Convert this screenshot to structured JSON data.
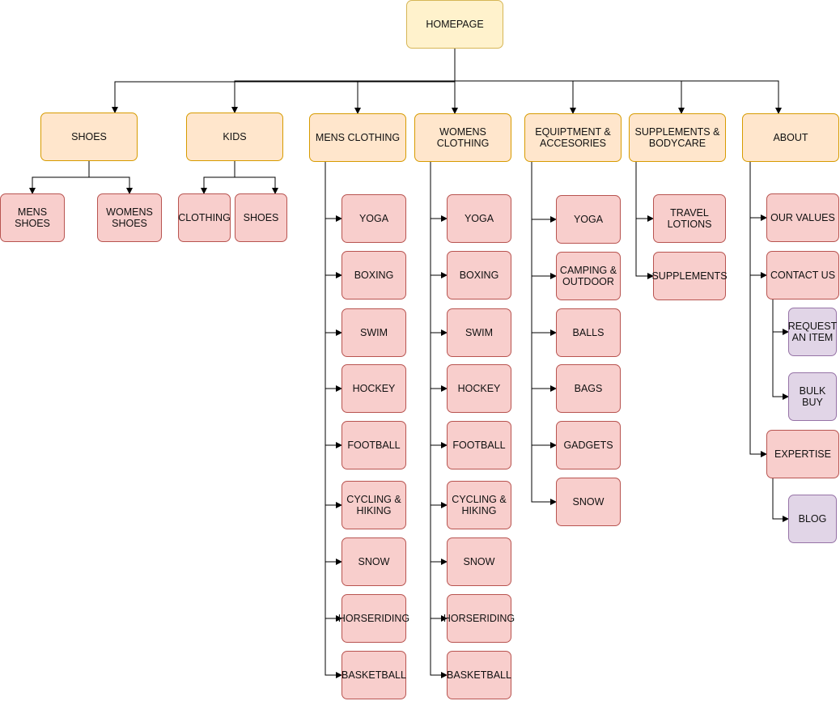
{
  "diagram": {
    "nodes": [
      {
        "id": "homepage",
        "label": "HOMEPAGE",
        "color": "yellow"
      },
      {
        "id": "shoes",
        "label": "SHOES",
        "color": "orange"
      },
      {
        "id": "kids",
        "label": "KIDS",
        "color": "orange"
      },
      {
        "id": "mens-clothing",
        "label": "MENS CLOTHING",
        "color": "orange"
      },
      {
        "id": "womens-clothing",
        "label": "WOMENS\nCLOTHING",
        "color": "orange"
      },
      {
        "id": "equipment",
        "label": "EQUIPTMENT &\nACCESORIES",
        "color": "orange"
      },
      {
        "id": "supplements-bodycare",
        "label": "SUPPLEMENTS &\nBODYCARE",
        "color": "orange"
      },
      {
        "id": "about",
        "label": "ABOUT",
        "color": "orange"
      },
      {
        "id": "mens-shoes",
        "label": "MENS\nSHOES",
        "color": "red"
      },
      {
        "id": "womens-shoes",
        "label": "WOMENS\nSHOES",
        "color": "red"
      },
      {
        "id": "kids-clothing",
        "label": "CLOTHING",
        "color": "red"
      },
      {
        "id": "kids-shoes",
        "label": "SHOES",
        "color": "red"
      },
      {
        "id": "m-yoga",
        "label": "YOGA",
        "color": "red"
      },
      {
        "id": "m-boxing",
        "label": "BOXING",
        "color": "red"
      },
      {
        "id": "m-swim",
        "label": "SWIM",
        "color": "red"
      },
      {
        "id": "m-hockey",
        "label": "HOCKEY",
        "color": "red"
      },
      {
        "id": "m-football",
        "label": "FOOTBALL",
        "color": "red"
      },
      {
        "id": "m-cycling",
        "label": "CYCLING &\nHIKING",
        "color": "red"
      },
      {
        "id": "m-snow",
        "label": "SNOW",
        "color": "red"
      },
      {
        "id": "m-horseriding",
        "label": "HORSERIDING",
        "color": "red"
      },
      {
        "id": "m-basketball",
        "label": "BASKETBALL",
        "color": "red"
      },
      {
        "id": "w-yoga",
        "label": "YOGA",
        "color": "red"
      },
      {
        "id": "w-boxing",
        "label": "BOXING",
        "color": "red"
      },
      {
        "id": "w-swim",
        "label": "SWIM",
        "color": "red"
      },
      {
        "id": "w-hockey",
        "label": "HOCKEY",
        "color": "red"
      },
      {
        "id": "w-football",
        "label": "FOOTBALL",
        "color": "red"
      },
      {
        "id": "w-cycling",
        "label": "CYCLING &\nHIKING",
        "color": "red"
      },
      {
        "id": "w-snow",
        "label": "SNOW",
        "color": "red"
      },
      {
        "id": "w-horseriding",
        "label": "HORSERIDING",
        "color": "red"
      },
      {
        "id": "w-basketball",
        "label": "BASKETBALL",
        "color": "red"
      },
      {
        "id": "e-yoga",
        "label": "YOGA",
        "color": "red"
      },
      {
        "id": "e-camping",
        "label": "CAMPING &\nOUTDOOR",
        "color": "red"
      },
      {
        "id": "e-balls",
        "label": "BALLS",
        "color": "red"
      },
      {
        "id": "e-bags",
        "label": "BAGS",
        "color": "red"
      },
      {
        "id": "e-gadgets",
        "label": "GADGETS",
        "color": "red"
      },
      {
        "id": "e-snow",
        "label": "SNOW",
        "color": "red"
      },
      {
        "id": "s-travel-lotions",
        "label": "TRAVEL\nLOTIONS",
        "color": "red"
      },
      {
        "id": "s-supplements",
        "label": "SUPPLEMENTS",
        "color": "red"
      },
      {
        "id": "a-our-values",
        "label": "OUR VALUES",
        "color": "red"
      },
      {
        "id": "a-contact-us",
        "label": "CONTACT US",
        "color": "red"
      },
      {
        "id": "a-request-item",
        "label": "REQUEST\nAN ITEM",
        "color": "purple"
      },
      {
        "id": "a-bulk-buy",
        "label": "BULK\nBUY",
        "color": "purple"
      },
      {
        "id": "a-expertise",
        "label": "EXPERTISE",
        "color": "red"
      },
      {
        "id": "a-blog",
        "label": "BLOG",
        "color": "purple"
      }
    ],
    "edges": [
      [
        "homepage",
        "shoes"
      ],
      [
        "homepage",
        "kids"
      ],
      [
        "homepage",
        "mens-clothing"
      ],
      [
        "homepage",
        "womens-clothing"
      ],
      [
        "homepage",
        "equipment"
      ],
      [
        "homepage",
        "supplements-bodycare"
      ],
      [
        "homepage",
        "about"
      ],
      [
        "shoes",
        "mens-shoes"
      ],
      [
        "shoes",
        "womens-shoes"
      ],
      [
        "kids",
        "kids-clothing"
      ],
      [
        "kids",
        "kids-shoes"
      ],
      [
        "mens-clothing",
        "m-yoga"
      ],
      [
        "mens-clothing",
        "m-boxing"
      ],
      [
        "mens-clothing",
        "m-swim"
      ],
      [
        "mens-clothing",
        "m-hockey"
      ],
      [
        "mens-clothing",
        "m-football"
      ],
      [
        "mens-clothing",
        "m-cycling"
      ],
      [
        "mens-clothing",
        "m-snow"
      ],
      [
        "mens-clothing",
        "m-horseriding"
      ],
      [
        "mens-clothing",
        "m-basketball"
      ],
      [
        "womens-clothing",
        "w-yoga"
      ],
      [
        "womens-clothing",
        "w-boxing"
      ],
      [
        "womens-clothing",
        "w-swim"
      ],
      [
        "womens-clothing",
        "w-hockey"
      ],
      [
        "womens-clothing",
        "w-football"
      ],
      [
        "womens-clothing",
        "w-cycling"
      ],
      [
        "womens-clothing",
        "w-snow"
      ],
      [
        "womens-clothing",
        "w-horseriding"
      ],
      [
        "womens-clothing",
        "w-basketball"
      ],
      [
        "equipment",
        "e-yoga"
      ],
      [
        "equipment",
        "e-camping"
      ],
      [
        "equipment",
        "e-balls"
      ],
      [
        "equipment",
        "e-bags"
      ],
      [
        "equipment",
        "e-gadgets"
      ],
      [
        "equipment",
        "e-snow"
      ],
      [
        "supplements-bodycare",
        "s-travel-lotions"
      ],
      [
        "supplements-bodycare",
        "s-supplements"
      ],
      [
        "about",
        "a-our-values"
      ],
      [
        "about",
        "a-contact-us"
      ],
      [
        "about",
        "a-expertise"
      ],
      [
        "a-contact-us",
        "a-request-item"
      ],
      [
        "a-contact-us",
        "a-bulk-buy"
      ],
      [
        "a-expertise",
        "a-blog"
      ]
    ]
  },
  "colors": {
    "yellow": {
      "fill": "#fff2cc",
      "stroke": "#d6b656"
    },
    "orange": {
      "fill": "#ffe6cc",
      "stroke": "#d79b00"
    },
    "red": {
      "fill": "#f8cecc",
      "stroke": "#b85450"
    },
    "purple": {
      "fill": "#e1d5e7",
      "stroke": "#9673a6"
    },
    "connector": "#000000"
  }
}
